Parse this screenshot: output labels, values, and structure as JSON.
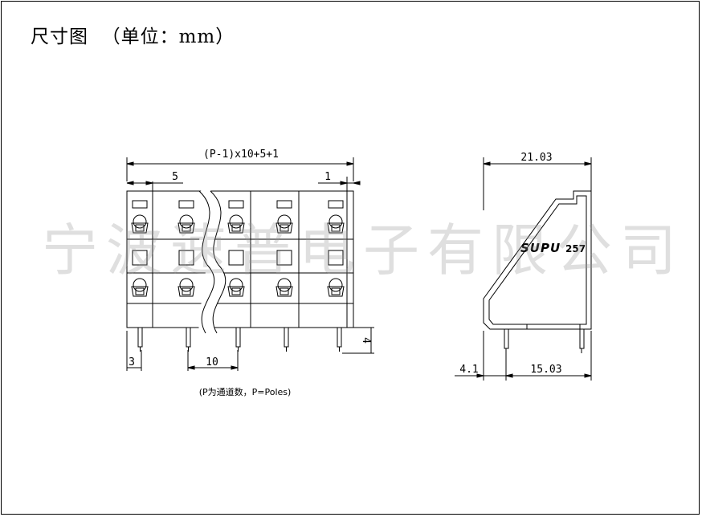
{
  "title": "尺寸图  （单位：mm）",
  "watermark": "宁波速普电子有限公司",
  "front_view": {
    "overall_dim": "(P-1)x10+5+1",
    "dim_pitch_top": "5",
    "dim_right_margin": "1",
    "dim_pin_pitch": "10",
    "dim_left_offset": "3",
    "dim_pin_length": "4",
    "note": "(P为通道数，P=Poles)"
  },
  "side_view": {
    "dim_width": "21.03",
    "dim_left": "4.1",
    "dim_pin_span": "15.03",
    "logo_brand": "SUPU",
    "logo_model": "257"
  }
}
